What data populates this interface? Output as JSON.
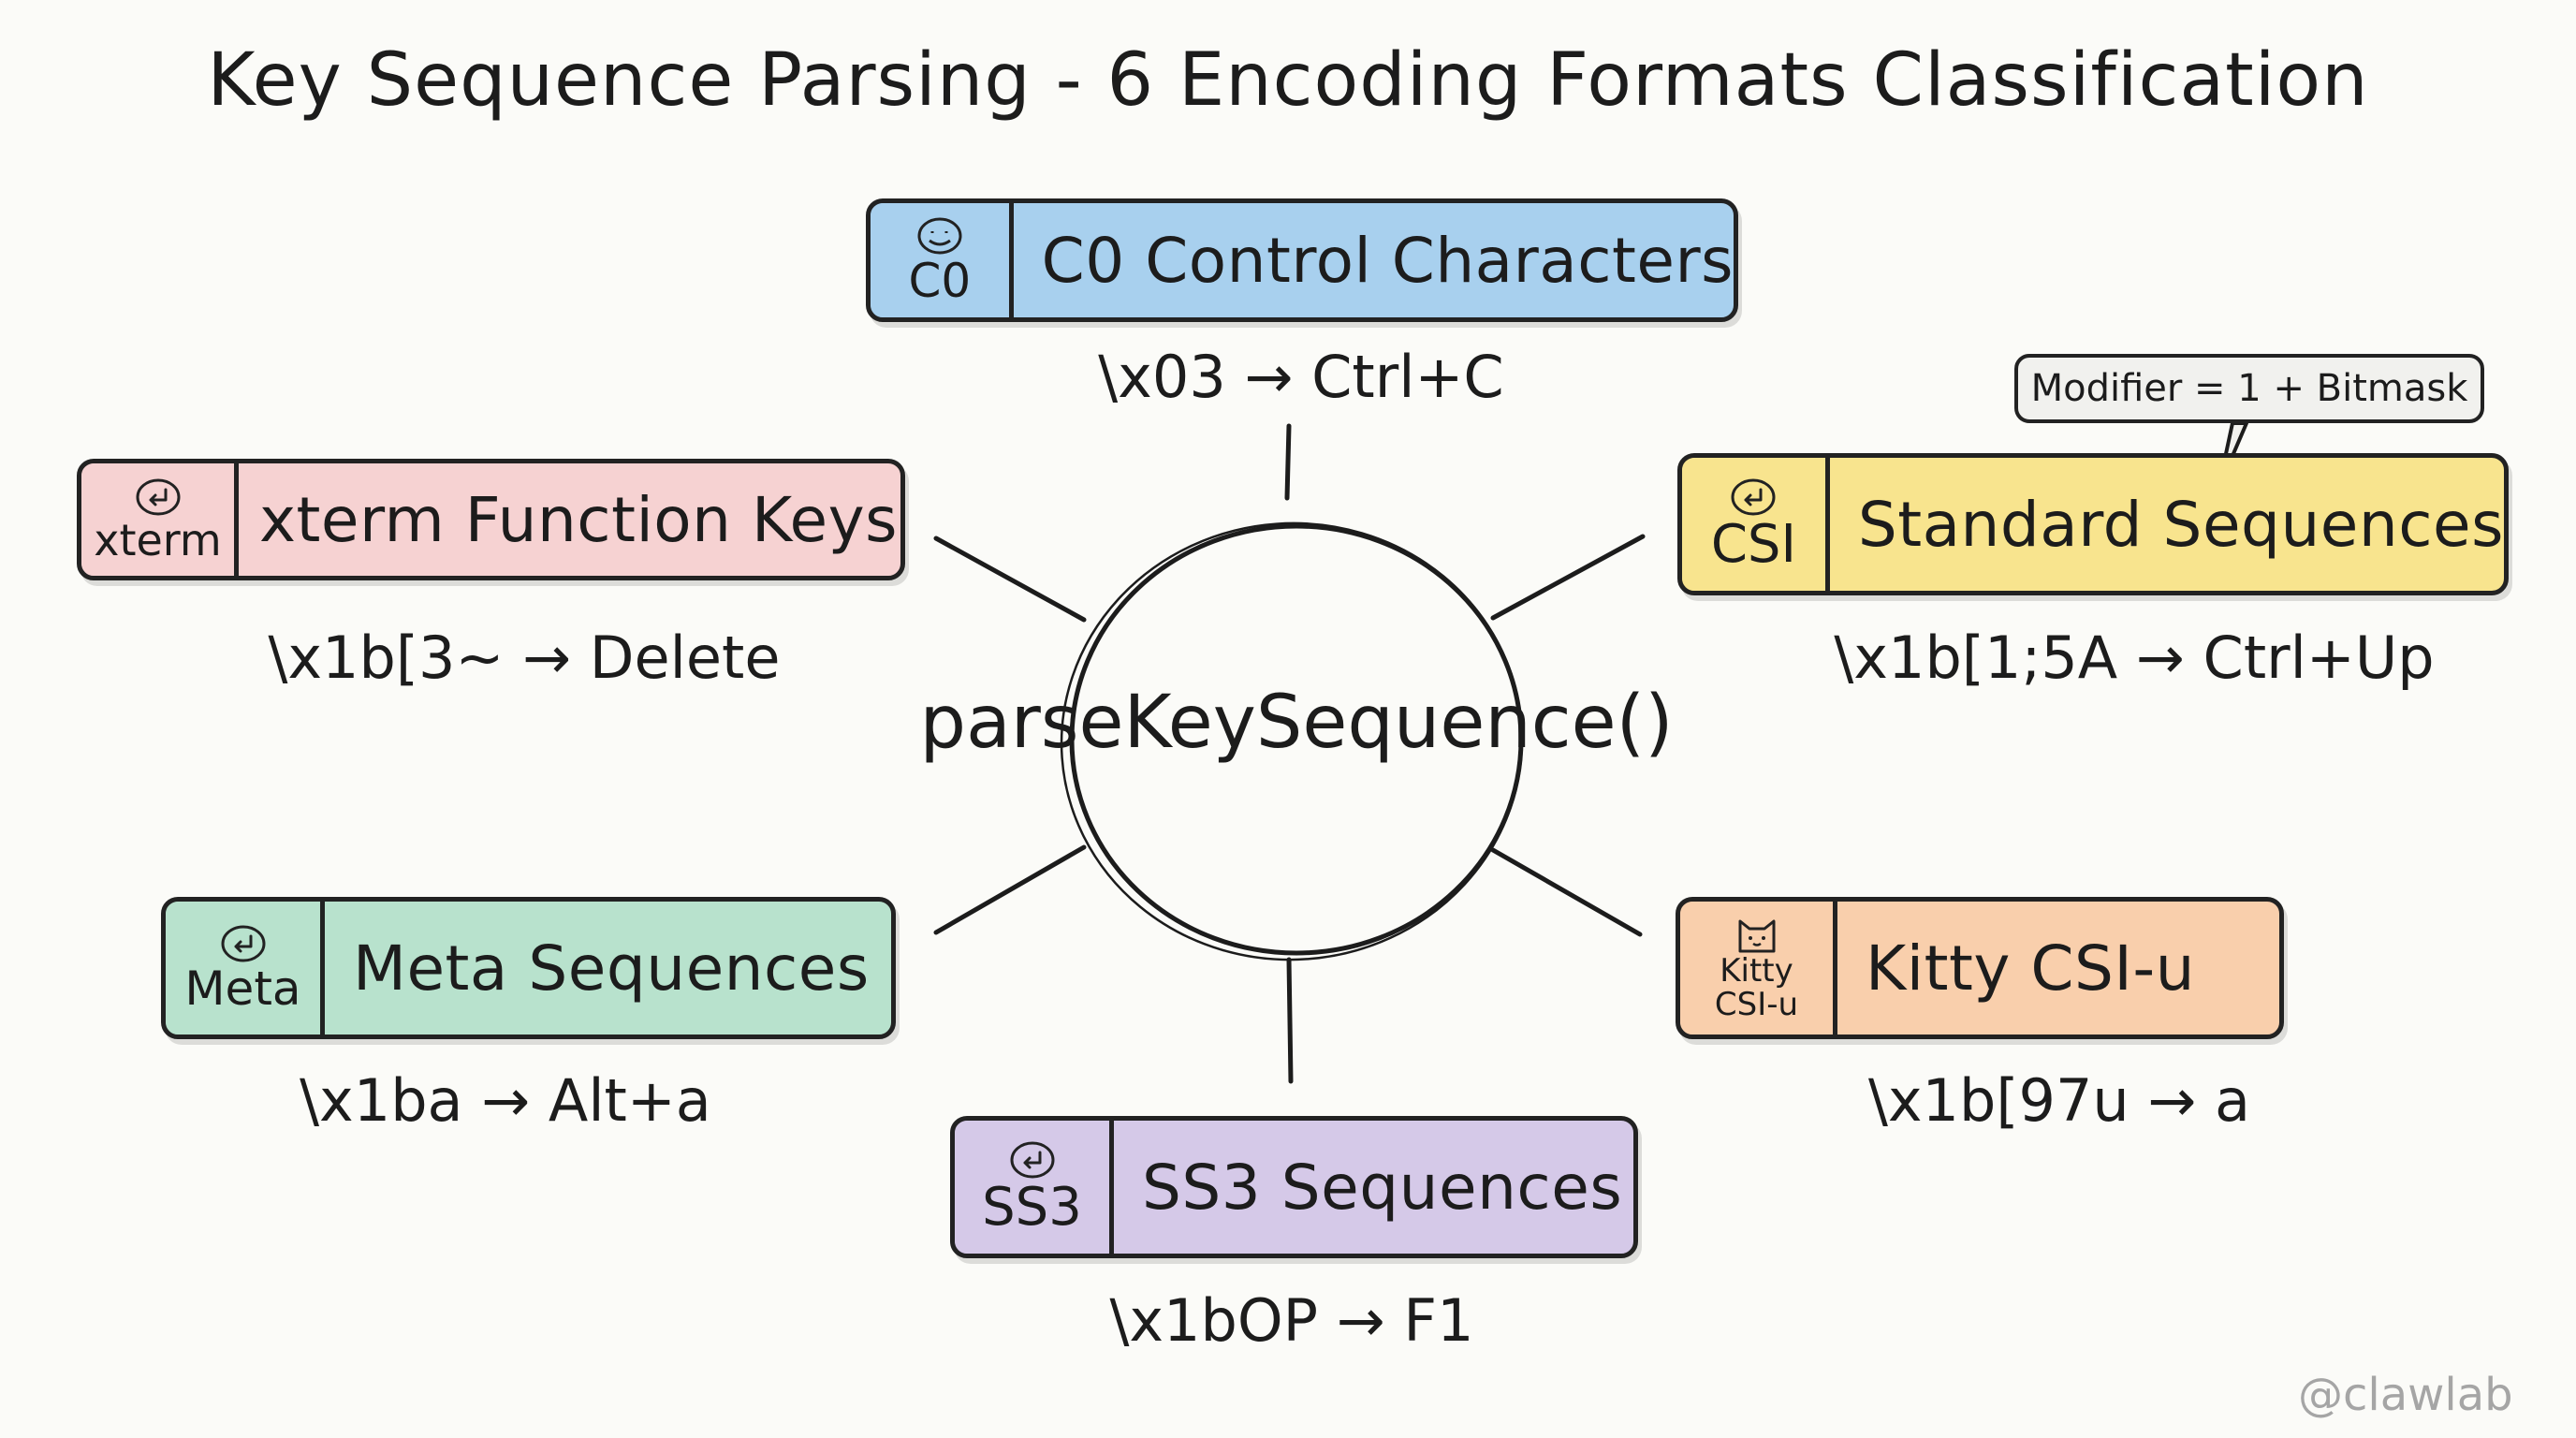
{
  "title": "Key Sequence Parsing - 6 Encoding Formats Classification",
  "hub": {
    "label": "parseKeySequence()"
  },
  "nodes": [
    {
      "id": "c0",
      "tag": "C0",
      "label": "C0 Control Characters",
      "example": "\\x03 → Ctrl+C",
      "color": "#a8d0ee",
      "icon": "smile-face-icon"
    },
    {
      "id": "xterm",
      "tag": "xterm",
      "label": "xterm Function Keys",
      "example": "\\x1b[3~ → Delete",
      "color": "#f6d2d2",
      "icon": "return-arrow-icon"
    },
    {
      "id": "csi",
      "tag": "CSI",
      "label": "Standard Sequences",
      "example": "\\x1b[1;5A → Ctrl+Up",
      "color": "#f8e48e",
      "icon": "return-arrow-icon"
    },
    {
      "id": "meta",
      "tag": "Meta",
      "label": "Meta Sequences",
      "example": "\\x1ba → Alt+a",
      "color": "#b8e2cd",
      "icon": "return-arrow-icon"
    },
    {
      "id": "kitty",
      "tag": "Kitty CSI-u",
      "tag_line1": "Kitty",
      "tag_line2": "CSI-u",
      "label": "Kitty CSI-u",
      "example": "\\x1b[97u → a",
      "color": "#f9cfac",
      "icon": "cat-face-icon"
    },
    {
      "id": "ss3",
      "tag": "SS3",
      "label": "SS3 Sequences",
      "example": "\\x1bOP → F1",
      "color": "#d5c9e8",
      "icon": "return-arrow-icon"
    }
  ],
  "callout": {
    "text": "Modifier = 1 + Bitmask"
  },
  "watermark": "@clawlab"
}
